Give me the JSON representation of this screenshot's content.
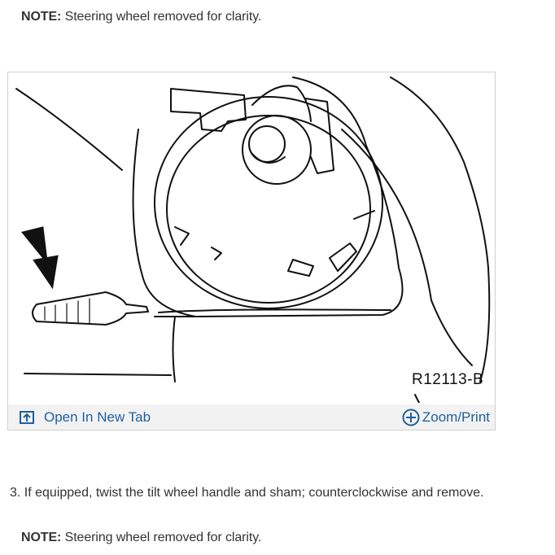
{
  "note_top": {
    "label": "NOTE:",
    "text": " Steering wheel removed for clarity."
  },
  "figure": {
    "code": "R12113-B",
    "open_tab_label": "Open In New Tab",
    "zoom_label": "Zoom/Print",
    "accent_color": "#1f5f9e",
    "toolbar_bg": "#f2f2f2"
  },
  "step": {
    "number": "3.",
    "text": " If equipped, twist the tilt wheel handle and sham; counterclockwise and remove."
  },
  "note_bottom": {
    "label": "NOTE:",
    "text": " Steering wheel removed for clarity."
  }
}
